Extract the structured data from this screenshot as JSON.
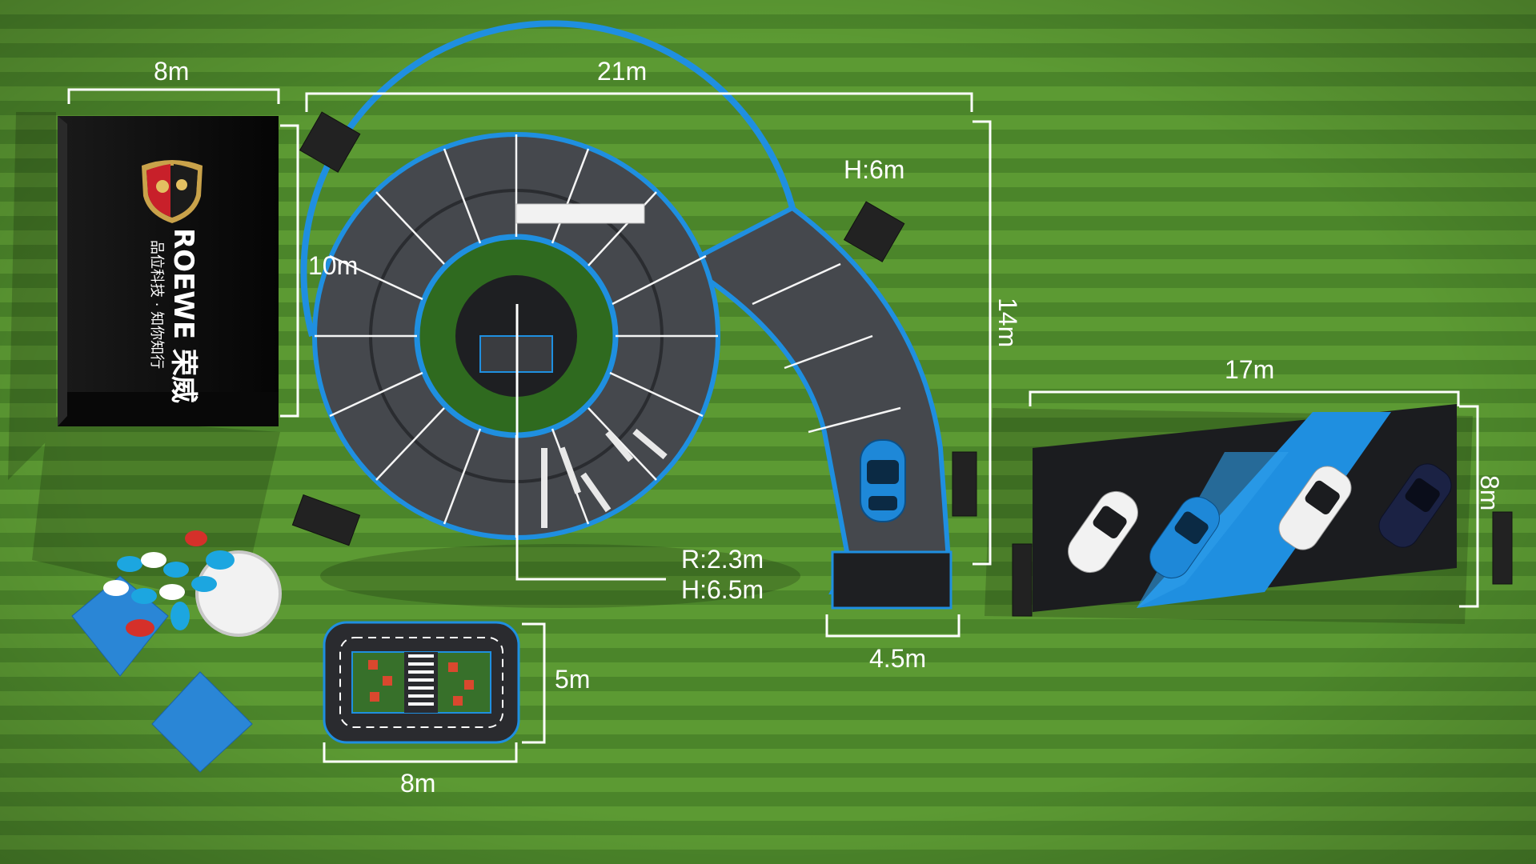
{
  "brand": {
    "name": "ROEWE 荣威",
    "slogan": "品位科技 · 知你知行"
  },
  "dimensions": {
    "tent_width": "8m",
    "spiral_width": "21m",
    "tent_depth": "10m",
    "spiral_height": "H:6m",
    "spiral_depth": "14m",
    "center_radius": "R:2.3m",
    "center_height": "H:6.5m",
    "ramp_width": "4.5m",
    "showcase_width": "17m",
    "showcase_depth": "8m",
    "track_width": "8m",
    "track_depth": "5m"
  },
  "colors": {
    "grass_light": "#5d9a34",
    "grass_dark": "#4a8228",
    "accent_blue": "#1f8fe0",
    "deck_gray": "#4a4d52",
    "tent_black": "#111111"
  }
}
